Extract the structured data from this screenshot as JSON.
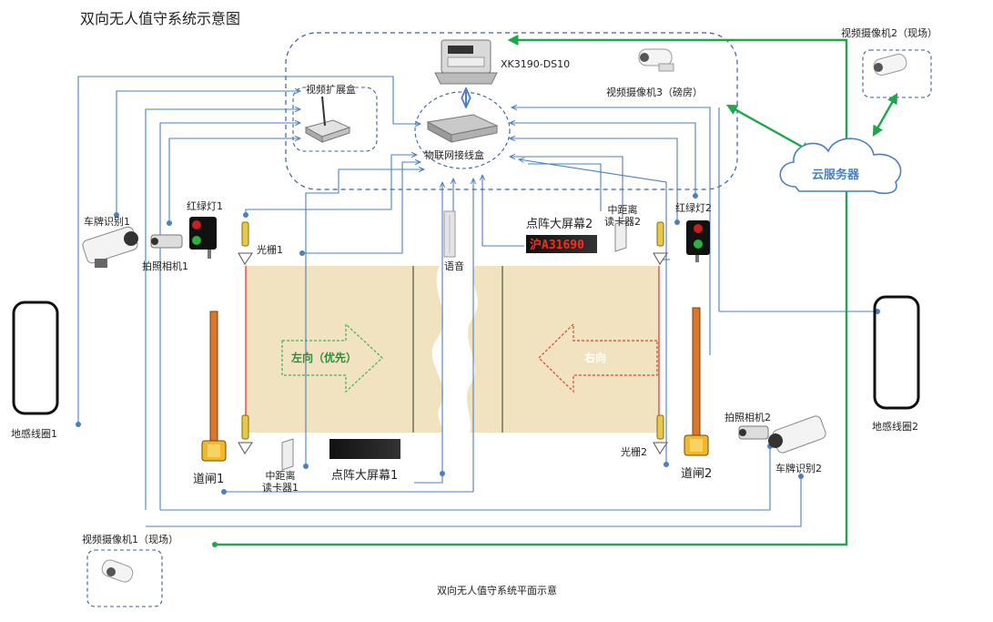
{
  "title": "双向无人值守系统示意图",
  "caption": "双向无人值守系统平面示意",
  "devices": {
    "weighing_terminal": "XK3190-DS10",
    "video_expansion_box": "视频扩展盒",
    "iot_hub": "物联网接线盒",
    "camera3": "视频摄像机3（磅房）",
    "camera2": "视频摄像机2（现场）",
    "camera1": "视频摄像机1（现场）",
    "cloud_server": "云服务器",
    "plate_recognition_1": "车牌识别1",
    "plate_recognition_2": "车牌识别2",
    "snapshot_camera_1": "拍照相机1",
    "snapshot_camera_2": "拍照相机2",
    "traffic_light_1": "红绿灯1",
    "traffic_light_2": "红绿灯2",
    "light_curtain_1": "光栅1",
    "light_curtain_2": "光栅2",
    "voice": "语音",
    "led_screen_2": "点阵大屏幕2",
    "led_screen_2_text": "沪A31690",
    "led_screen_1": "点阵大屏幕1",
    "reader_1": "中距离读卡器1",
    "reader_2": "中距离读卡器2",
    "barrier_1": "道闸1",
    "barrier_2": "道闸2",
    "loop_1": "地感线圈1",
    "loop_2": "地感线圈2"
  },
  "directions": {
    "left": "左向（优先）",
    "right": "右向"
  },
  "colors": {
    "link_blue": "#4a7fc1",
    "link_green": "#1fa84a",
    "scale_fill": "#f1e3bf",
    "left_arrow": "#3cb44b",
    "right_arrow": "#e0442c",
    "barrier_orange": "#d9782a",
    "dashed_box": "#3a5f9c",
    "led_red": "#ff2a1a"
  }
}
